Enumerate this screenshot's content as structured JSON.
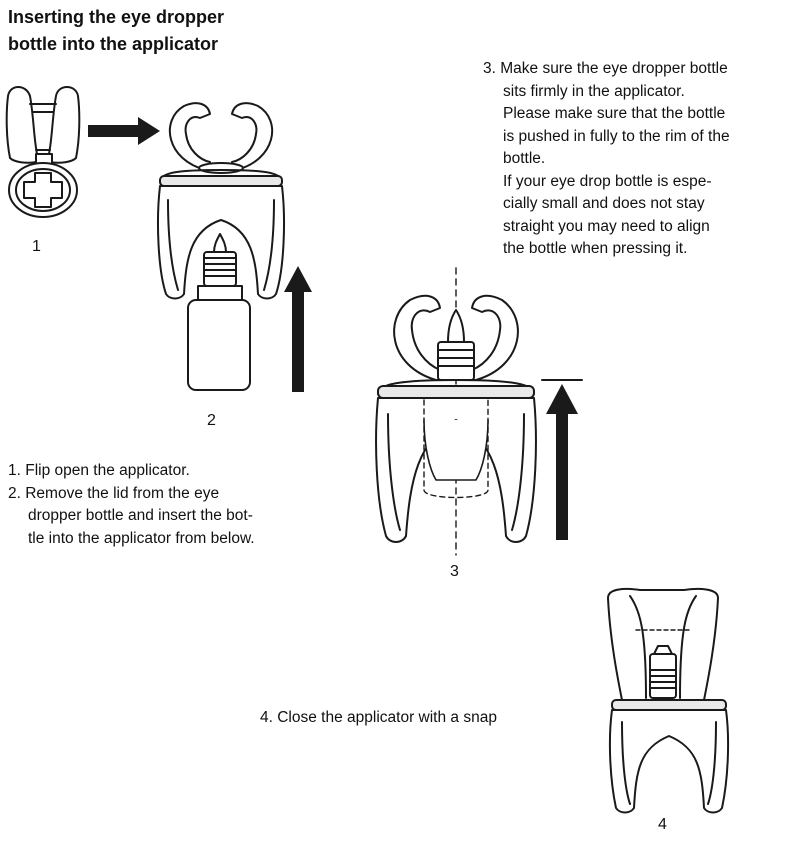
{
  "title_lines": [
    "Inserting the eye dropper",
    "bottle into the applicator"
  ],
  "steps_left": [
    "1. Flip open the applicator.",
    "2. Remove the lid from the eye",
    "    dropper bottle and insert the bot-",
    "    tle into the applicator from below."
  ],
  "step3_lines": [
    "3. Make sure the eye dropper bottle",
    "    sits firmly in the applicator.",
    "    Please make sure that the bottle",
    "    is pushed in fully to the rim of the",
    "    bottle.",
    "    If your eye drop bottle is espe-",
    "    cially small and does not stay",
    "    straight you may need to align",
    "    the bottle when pressing it."
  ],
  "step4_text": "4. Close the applicator with a snap",
  "figure_numbers": [
    "1",
    "2",
    "3",
    "4"
  ],
  "colors": {
    "stroke": "#1a1a1a",
    "fill": "#ffffff",
    "shade": "#e9e9e9"
  }
}
